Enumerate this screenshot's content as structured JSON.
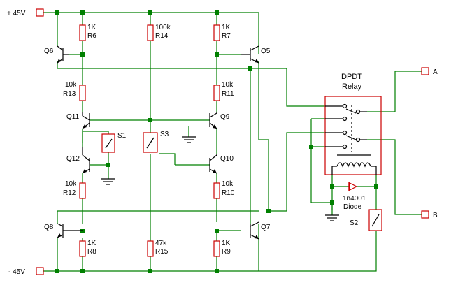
{
  "supply": {
    "positive": "+ 45V",
    "negative": "- 45V"
  },
  "resistors": {
    "r6": {
      "name": "R6",
      "value": "1K"
    },
    "r14": {
      "name": "R14",
      "value": "100k"
    },
    "r7": {
      "name": "R7",
      "value": "1K"
    },
    "r13": {
      "name": "R13",
      "value": "10k"
    },
    "r11": {
      "name": "R11",
      "value": "10k"
    },
    "r12": {
      "name": "R12",
      "value": "10k"
    },
    "r10": {
      "name": "R10",
      "value": "10k"
    },
    "r8": {
      "name": "R8",
      "value": "1K"
    },
    "r15": {
      "name": "R15",
      "value": "47k"
    },
    "r9": {
      "name": "R9",
      "value": "1K"
    }
  },
  "transistors": {
    "q6": "Q6",
    "q5": "Q5",
    "q11": "Q11",
    "q9": "Q9",
    "q12": "Q12",
    "q10": "Q10",
    "q8": "Q8",
    "q7": "Q7"
  },
  "switches": {
    "s1": "S1",
    "s3": "S3",
    "s2": "S2"
  },
  "relay": {
    "line1": "DPDT",
    "line2": "Relay"
  },
  "diode": {
    "part": "1n4001",
    "label": "Diode"
  },
  "outputs": {
    "a": "A",
    "b": "B"
  }
}
